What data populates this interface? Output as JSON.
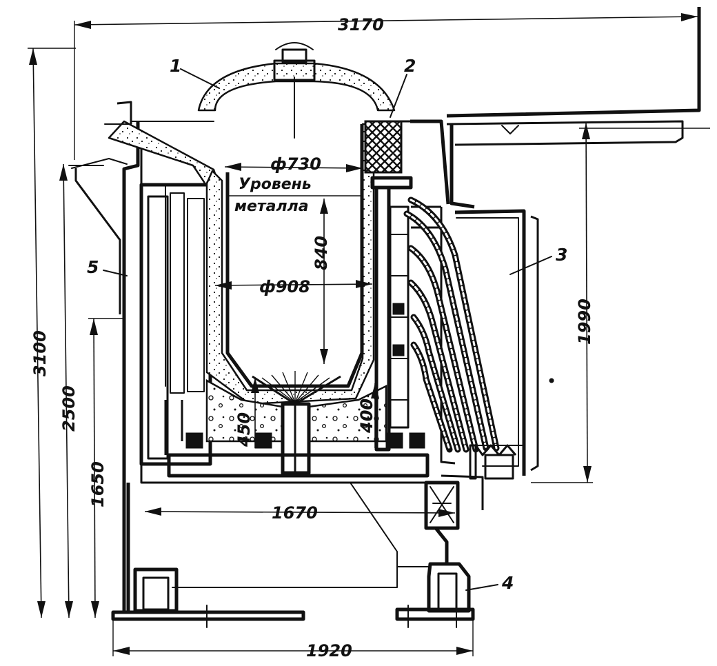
{
  "dimensions": {
    "overall_width": "3170",
    "lid_diameter": "ф730",
    "crucible_diameter": "ф908",
    "metal_depth": "840",
    "overall_height": "3100",
    "pour_height": "2500",
    "platform_height": "1650",
    "coil_height": "1990",
    "bottom_left": "450",
    "bottom_right": "400",
    "frame_span": "1670",
    "base_width": "1920"
  },
  "labels": {
    "metal_level_line1": "Уровень",
    "metal_level_line2": "металла"
  },
  "callouts": [
    "1",
    "2",
    "3",
    "4",
    "5"
  ]
}
